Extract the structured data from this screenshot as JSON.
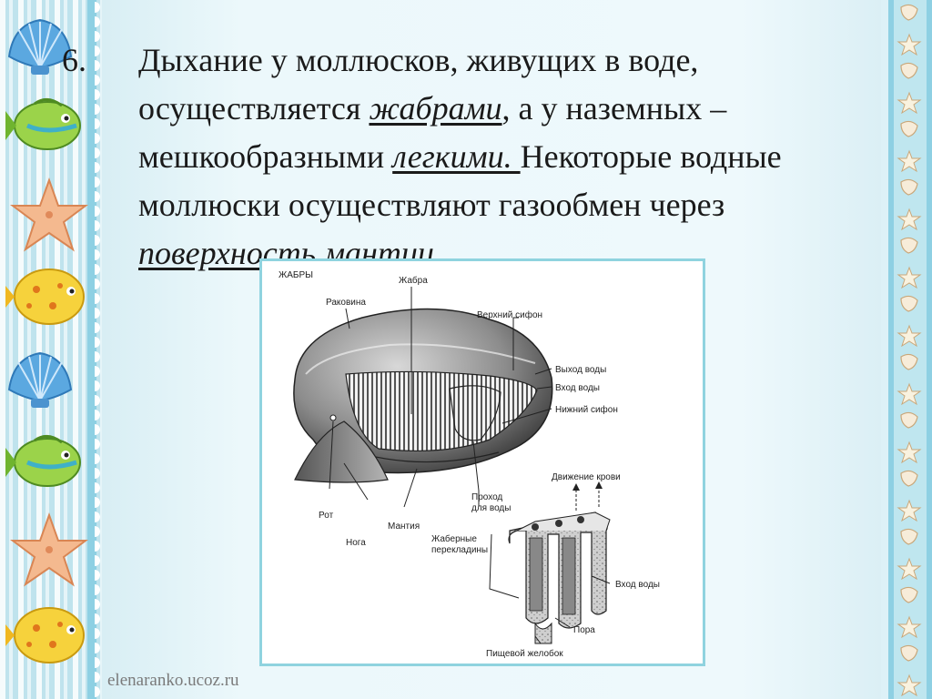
{
  "slide": {
    "number": "6.",
    "line1": "Дыхание у моллюсков, живущих в воде,",
    "line2_pre": "осуществляется ",
    "line2_em": "жабрами",
    "line2_post": ", а у наземных –",
    "line3_pre": "мешкообразными ",
    "line3_em": "легкими. ",
    "line3_post": "Некоторые водные",
    "line4": "моллюски осуществляют газообмен через",
    "line5_em": "поверхность мантии",
    "line5_post": "."
  },
  "figure": {
    "title": "ЖАБРЫ",
    "labels": {
      "gill": "Жабра",
      "shell": "Раковина",
      "upper_siphon": "Верхний сифон",
      "water_out": "Выход воды",
      "water_in_top": "Вход воды",
      "lower_siphon": "Нижний сифон",
      "blood_flow": "Движение крови",
      "water_passage_1": "Проход",
      "water_passage_2": "для воды",
      "mouth": "Рот",
      "mantle": "Мантия",
      "foot": "Нога",
      "gill_bars_1": "Жаберные",
      "gill_bars_2": "перекладины",
      "water_in_bottom": "Вход воды",
      "pore": "Пора",
      "food_groove": "Пищевой желобок"
    }
  },
  "footer": {
    "site": "elenaranko.ucoz.ru"
  },
  "colors": {
    "background": "#e2f3f7",
    "frame": "#8fd3df",
    "text": "#1a1a1a"
  },
  "decor": {
    "left_icons": [
      "shell-icon",
      "fish-icon",
      "starfish-icon",
      "pufferfish-icon",
      "shell-icon",
      "fish-icon",
      "starfish-icon",
      "pufferfish-icon"
    ],
    "right_icons": [
      "starfish-icon",
      "seashell-icon"
    ]
  }
}
